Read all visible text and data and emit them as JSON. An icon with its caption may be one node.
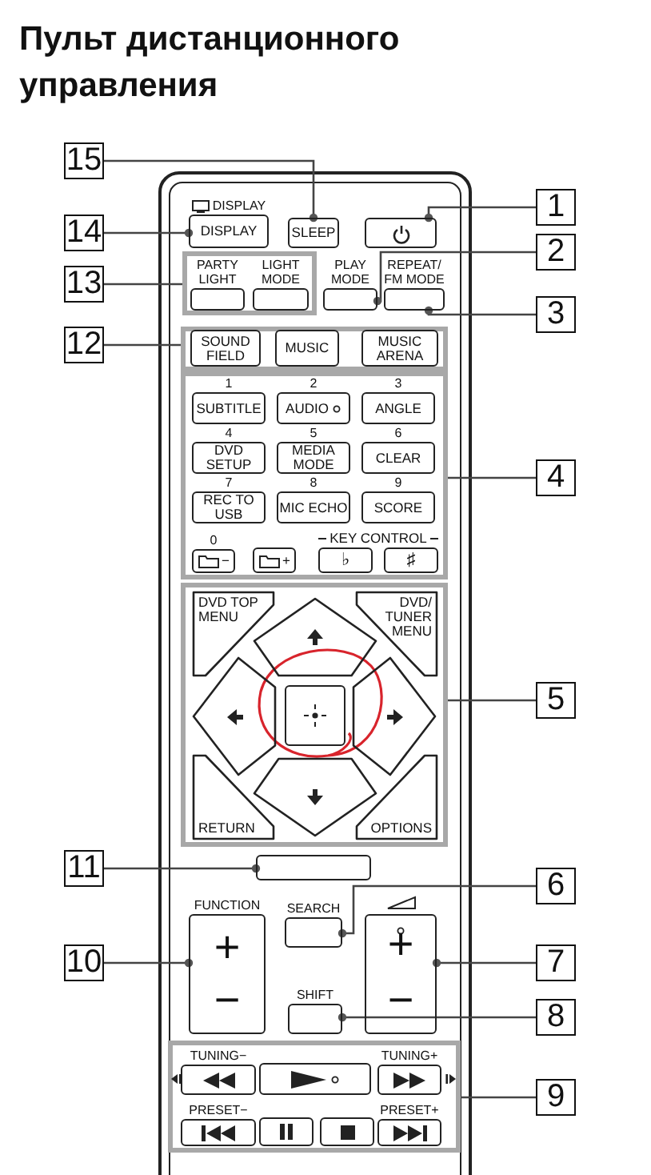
{
  "diagram": {
    "title": "Пульт дистанционного управления",
    "nodes": [
      {
        "text": [
          "DISPLAY",
          "DISPLAY"
        ]
      },
      {
        "text": [
          "SLEEP"
        ]
      },
      {
        "text": [],
        "shape": "box"
      },
      {
        "text": [],
        "shape": "box"
      },
      {
        "text": [
          "PARTY LIGHT"
        ],
        "in": 3
      },
      {
        "text": [
          "LIGHT MODE"
        ],
        "in": 3
      },
      {
        "text": [
          "PLAY MODE"
        ]
      },
      {
        "text": [
          "REPEAT/ FM MODE"
        ]
      },
      {
        "text": [],
        "shape": "box"
      },
      {
        "text": [
          "SOUND FIELD"
        ],
        "in": 8
      },
      {
        "text": [
          "MUSIC"
        ],
        "in": 8
      },
      {
        "text": [
          "MUSIC ARENA"
        ],
        "in": 8
      },
      {
        "text": [],
        "shape": "box"
      },
      {
        "text": [
          "1",
          "SUBTITLE"
        ],
        "in": 12
      },
      {
        "text": [
          "2",
          "AUDIO"
        ],
        "in": 12
      },
      {
        "text": [
          "3",
          "ANGLE"
        ],
        "in": 12
      },
      {
        "text": [
          "4",
          "DVD SETUP"
        ],
        "in": 12
      },
      {
        "text": [
          "5",
          "MEDIA MODE"
        ],
        "in": 12
      },
      {
        "text": [
          "6",
          "CLEAR"
        ],
        "in": 12
      },
      {
        "text": [
          "7",
          "REC TO USB"
        ],
        "in": 12
      },
      {
        "text": [
          "8",
          "MIC ECHO"
        ],
        "in": 12
      },
      {
        "text": [
          "9",
          "SCORE"
        ],
        "in": 12
      },
      {
        "text": [
          "0",
          "−"
        ],
        "in": 12
      },
      {
        "text": [
          "+"
        ],
        "in": 12
      },
      {
        "text": [
          "♭"
        ],
        "in": 12
      },
      {
        "text": [
          "♯"
        ],
        "in": 12
      },
      {
        "text": [],
        "shape": "box"
      },
      {
        "text": [
          "DVD TOP MENU"
        ],
        "in": 26
      },
      {
        "text": [],
        "shape": "diamond",
        "in": 26
      },
      {
        "text": [
          "DVD/ TUNER MENU"
        ],
        "in": 26
      },
      {
        "text": [],
        "shape": "diamond",
        "in": 26
      },
      {
        "text": [],
        "shape": "box",
        "in": 26
      },
      {
        "text": [],
        "shape": "diamond",
        "in": 26
      },
      {
        "text": [
          "RETURN"
        ],
        "in": 26
      },
      {
        "text": [],
        "shape": "diamond",
        "in": 26
      },
      {
        "text": [
          "OPTIONS"
        ],
        "in": 26
      },
      {
        "text": [],
        "shape": "box"
      },
      {
        "text": [
          "FUNCTION",
          "+",
          "−"
        ]
      },
      {
        "text": [
          "SEARCH"
        ]
      },
      {
        "text": [
          "+",
          "−"
        ]
      },
      {
        "text": [
          "SHIFT"
        ]
      },
      {
        "text": [],
        "shape": "box"
      },
      {
        "text": [
          "TUNING−"
        ],
        "in": 41
      },
      {
        "text": [],
        "shape": "box",
        "in": 41
      },
      {
        "text": [
          "TUNING+"
        ],
        "in": 41
      },
      {
        "text": [
          "PRESET−"
        ],
        "in": 41
      },
      {
        "text": [],
        "shape": "box",
        "in": 41
      },
      {
        "text": [],
        "shape": "box",
        "in": 41
      },
      {
        "text": [
          "PRESET+"
        ],
        "in": 41
      },
      {
        "text": [
          "1"
        ]
      },
      {
        "text": [
          "2"
        ]
      },
      {
        "text": [
          "3"
        ]
      },
      {
        "text": [
          "4"
        ]
      },
      {
        "text": [
          "5"
        ]
      },
      {
        "text": [
          "6"
        ]
      },
      {
        "text": [
          "7"
        ]
      },
      {
        "text": [
          "8"
        ]
      },
      {
        "text": [
          "9"
        ]
      },
      {
        "text": [
          "10"
        ]
      },
      {
        "text": [
          "11"
        ]
      },
      {
        "text": [
          "12"
        ]
      },
      {
        "text": [
          "13"
        ]
      },
      {
        "text": [
          "14"
        ]
      },
      {
        "text": [
          "15"
        ]
      }
    ],
    "edges": [
      {
        "from": 49,
        "to": 2,
        "arrow": "other"
      },
      {
        "from": 50,
        "to": 6,
        "arrow": "other"
      },
      {
        "from": 51,
        "to": 7,
        "arrow": "other"
      },
      {
        "from": 52,
        "to": 12,
        "arrow": "none"
      },
      {
        "from": 53,
        "to": 26,
        "arrow": "none"
      },
      {
        "from": 54,
        "to": 38,
        "arrow": "other"
      },
      {
        "from": 55,
        "to": 39,
        "arrow": "other"
      },
      {
        "from": 56,
        "to": 40,
        "arrow": "other"
      },
      {
        "from": 57,
        "to": 41,
        "arrow": "none"
      },
      {
        "from": 58,
        "to": 37,
        "arrow": "other"
      },
      {
        "from": 59,
        "to": 36,
        "arrow": "other"
      },
      {
        "from": 60,
        "to": 8,
        "arrow": "none"
      },
      {
        "from": 61,
        "to": 3,
        "arrow": "none"
      },
      {
        "from": 62,
        "to": 0,
        "arrow": "other"
      },
      {
        "from": 63,
        "to": 1,
        "arrow": "other"
      }
    ],
    "labels": [
      "KEY CONTROL"
    ]
  }
}
